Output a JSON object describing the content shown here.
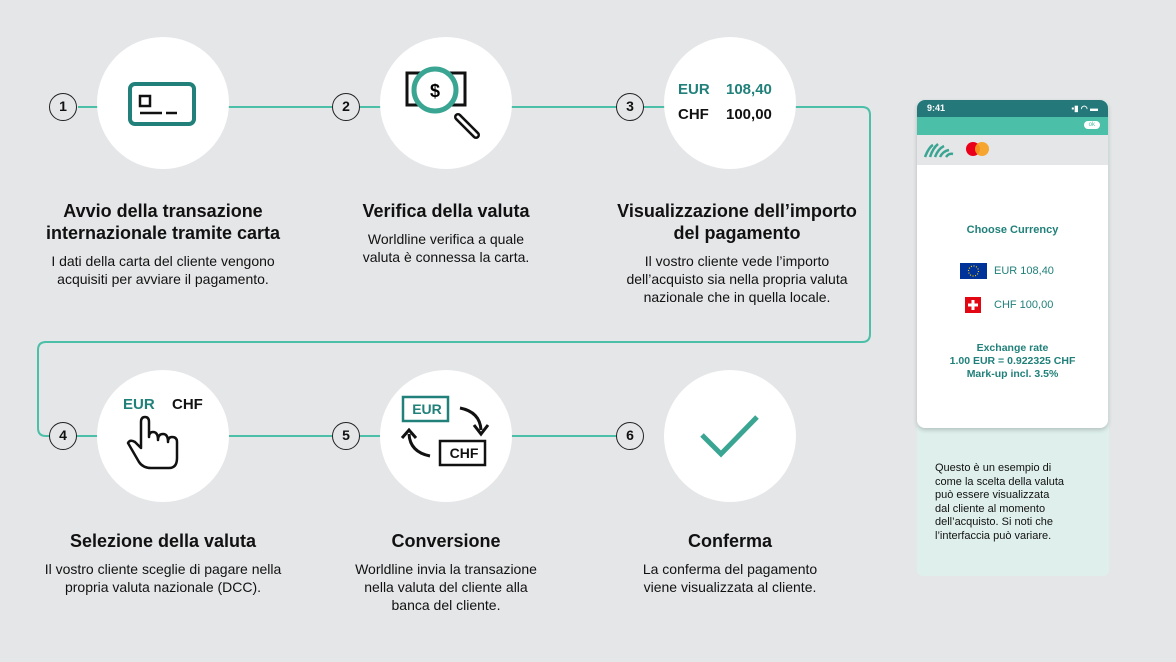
{
  "colors": {
    "accent": "#4bbfa7",
    "dark_teal": "#21807a",
    "background": "#e5e6e8"
  },
  "steps": [
    {
      "number": "1",
      "title": "Avvio della transazione internazionale tramite carta",
      "description": "I dati della carta del cliente vengono acquisiti per avviare il pagamento.",
      "icon": "credit-card-icon"
    },
    {
      "number": "2",
      "title": "Verifica della valuta",
      "description": "Worldline verifica a quale valuta è connessa la carta.",
      "icon": "magnifier-dollar-icon"
    },
    {
      "number": "3",
      "title": "Visualizzazione dell’importo del pagamento",
      "description": "Il vostro cliente vede l’importo dell’acquisto sia nella propria valuta nazionale che in quella locale.",
      "amounts": [
        {
          "currency": "EUR",
          "value": "108,40"
        },
        {
          "currency": "CHF",
          "value": "100,00"
        }
      ]
    },
    {
      "number": "4",
      "title": "Selezione della valuta",
      "description": "Il vostro cliente sceglie di pagare nella propria valuta nazionale (DCC).",
      "currencies": [
        "EUR",
        "CHF"
      ],
      "icon": "hand-pointer-icon"
    },
    {
      "number": "5",
      "title": "Conversione",
      "description": "Worldline invia la transazione nella valuta del cliente alla banca del cliente.",
      "currencies": [
        "EUR",
        "CHF"
      ],
      "icon": "exchange-arrows-icon"
    },
    {
      "number": "6",
      "title": "Conferma",
      "description": "La conferma del pagamento viene visualizzata al cliente.",
      "icon": "checkmark-icon"
    }
  ],
  "phone": {
    "time": "9:41",
    "ok": "ok",
    "heading": "Choose Currency",
    "options": [
      {
        "flag": "eu-flag",
        "label": "EUR 108,40"
      },
      {
        "flag": "swiss-flag",
        "label": "CHF 100,00"
      }
    ],
    "exchange_title": "Exchange rate",
    "exchange_rate": "1.00 EUR = 0.922325 CHF",
    "markup": "Mark-up incl. 3.5%"
  },
  "note": "Questo è un esempio di come la scelta della valuta può essere visualizzata dal cliente al momento dell’acquisto. Si noti che l’interfaccia può variare."
}
